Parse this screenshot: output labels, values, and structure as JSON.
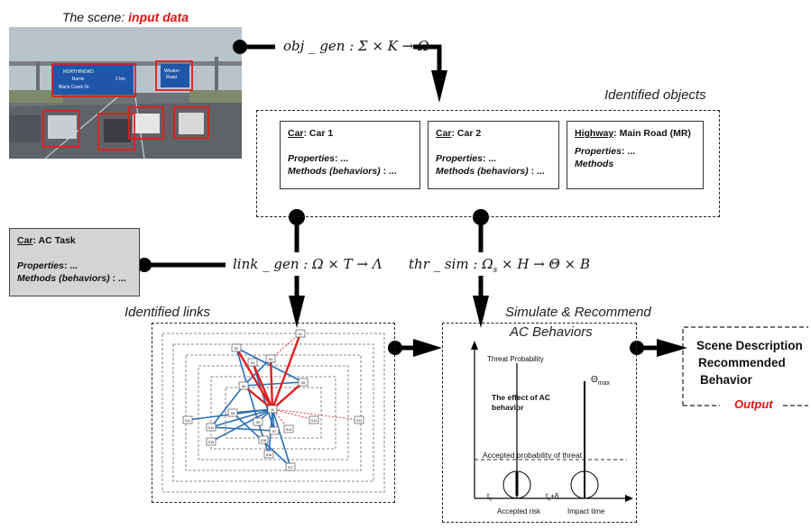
{
  "scene": {
    "title_prefix": "The scene: ",
    "title_highlight": "input data",
    "sign_left_lines": [
      "NORTH/NORD",
      "Barrie",
      "1 km",
      "Black Creek Dr."
    ],
    "sign_right_lines": [
      "Weston",
      "Road"
    ]
  },
  "formulas": {
    "obj_gen": "obj _ gen : Σ × K → Ω",
    "link_gen": "link _ gen : Ω × T → Λ",
    "thr_sim_prefix": "thr _ sim : Ω",
    "thr_sim_sub": "s",
    "thr_sim_suffix": " × H → Θ × B"
  },
  "identified_objects": {
    "caption": "Identified objects",
    "objects": [
      {
        "type": "Car",
        "name": ": Car 1",
        "properties_label": "Properties",
        "properties_value": ": ...",
        "methods_label": "Methods (behaviors)",
        "methods_value": " : ..."
      },
      {
        "type": "Car",
        "name": ": Car 2",
        "properties_label": "Properties",
        "properties_value": ": ...",
        "methods_label": "Methods (behaviors)",
        "methods_value": " : ..."
      },
      {
        "type": "Highway",
        "name": ": Main Road (MR)",
        "properties_label": "Properties",
        "properties_value": ": ...",
        "methods_label": "Methods",
        "methods_value": ""
      }
    ]
  },
  "ac_task": {
    "type": "Car",
    "name": ": AC Task",
    "properties_label": "Properties",
    "properties_value": ": ...",
    "methods_label": "Methods (behaviors)",
    "methods_value": " : ..."
  },
  "identified_links": {
    "caption": "Identified links",
    "nodes": [
      "M",
      "S1",
      "S2",
      "S3",
      "S4",
      "S5",
      "S6",
      "S7",
      "S8",
      "S9",
      "S10",
      "S11",
      "S12",
      "S13",
      "S14",
      "S15",
      "S16",
      "S17",
      "S18"
    ]
  },
  "simulate": {
    "caption_line1": "Simulate & Recommend",
    "caption_line2": "AC Behaviors",
    "y_axis_label": "Threat Probability",
    "theta_max": "Θ",
    "theta_max_sub": "max",
    "effect_label": "The effect of AC behavior",
    "accepted_prob_label": "Accepted probability of threat",
    "t0": "t",
    "t0_sub": "c",
    "t1": "t",
    "t1_sub": "c",
    "t1_suffix": "+δ",
    "accepted_risk": "Accepted risk",
    "impact_time": "Impact time"
  },
  "output": {
    "lines": [
      "Scene Description",
      "Recommended",
      "Behavior"
    ],
    "label": "Output",
    "label_color": "#e01010"
  }
}
